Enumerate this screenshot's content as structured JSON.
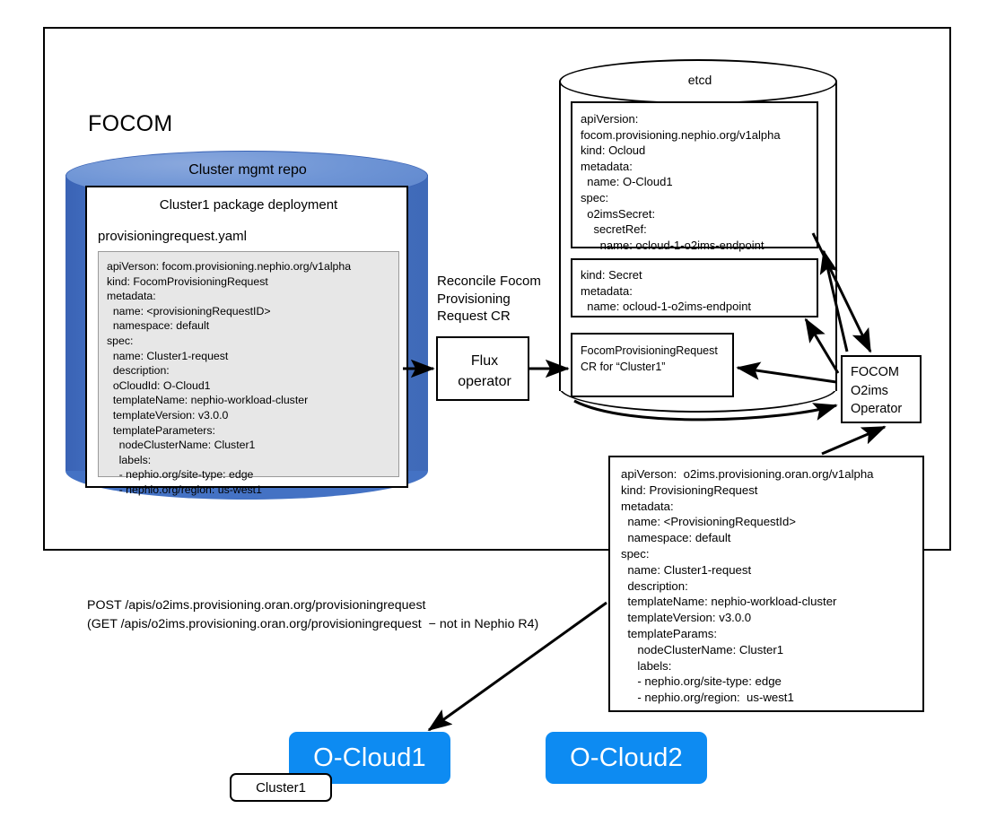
{
  "container": {
    "title": "FOCOM"
  },
  "repo": {
    "cylinder_label": "Cluster mgmt repo",
    "package_title": "Cluster1 package deployment",
    "file_name": "provisioningrequest.yaml",
    "yaml": "apiVerson: focom.provisioning.nephio.org/v1alpha\nkind: FocomProvisioningRequest\nmetadata:\n  name: <provisioningRequestID>\n  namespace: default\nspec:\n  name: Cluster1-request\n  description:\n  oCloudId: O-Cloud1\n  templateName: nephio-workload-cluster\n  templateVersion: v3.0.0\n  templateParameters:\n    nodeClusterName: Cluster1\n    labels:\n    - nephio.org/site-type: edge\n    - nephio.org/region: us-west1"
  },
  "flux": {
    "reconcile_label": "Reconcile Focom\nProvisioning\nRequest CR",
    "operator_label": "Flux\noperator"
  },
  "etcd": {
    "label": "etcd",
    "ocloud_cr": "apiVersion:\nfocom.provisioning.nephio.org/v1alpha\nkind: Ocloud\nmetadata:\n  name: O-Cloud1\nspec:\n  o2imsSecret:\n    secretRef:\n      name: ocloud-1-o2ims-endpoint",
    "secret_cr": "kind: Secret\nmetadata:\n  name: ocloud-1-o2ims-endpoint",
    "focom_pr_cr": "FocomProvisioningRequest\nCR for “Cluster1”"
  },
  "operator": {
    "label": "FOCOM\nO2ims\nOperator"
  },
  "provisioning_request": {
    "yaml": "apiVerson:  o2ims.provisioning.oran.org/v1alpha\nkind: ProvisioningRequest\nmetadata:\n  name: <ProvisioningRequestId>\n  namespace: default\nspec:\n  name: Cluster1-request\n  description:\n  templateName: nephio-workload-cluster\n  templateVersion: v3.0.0\n  templateParams:\n     nodeClusterName: Cluster1\n     labels:\n     - nephio.org/site-type: edge\n     - nephio.org/region:  us-west1"
  },
  "api_note": {
    "line1": "POST /apis/o2ims.provisioning.oran.org/provisioningrequest",
    "line2": "(GET /apis/o2ims.provisioning.oran.org/provisioningrequest  − not in Nephio R4)"
  },
  "oclouds": [
    {
      "label": "O-Cloud1"
    },
    {
      "label": "O-Cloud2"
    }
  ],
  "cluster_chip": {
    "label": "Cluster1"
  },
  "colors": {
    "ocloud_blue": "#0d8bf2",
    "repo_blue": "#4472C4",
    "repo_top_blue": "#7096d6",
    "yaml_gray": "#e7e7e7",
    "outline": "#000000"
  }
}
